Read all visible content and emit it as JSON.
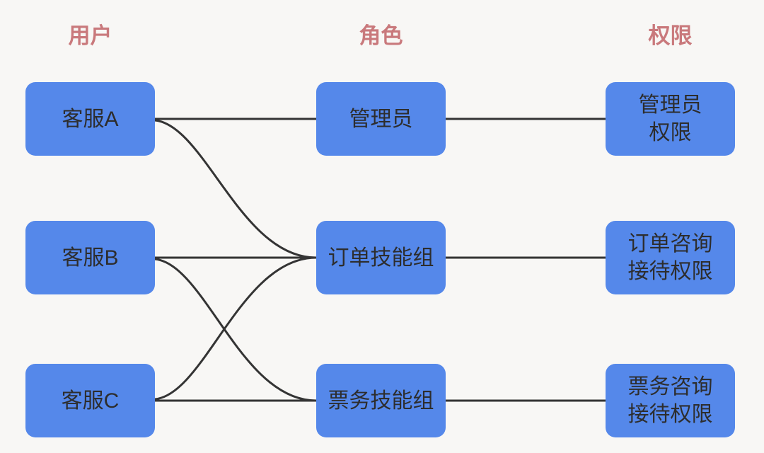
{
  "diagram": {
    "columns": [
      {
        "header": "用户",
        "nodes": [
          "客服A",
          "客服B",
          "客服C"
        ]
      },
      {
        "header": "角色",
        "nodes": [
          "管理员",
          "订单技能组",
          "票务技能组"
        ]
      },
      {
        "header": "权限",
        "nodes": [
          "管理员\n权限",
          "订单咨询\n接待权限",
          "票务咨询\n接待权限"
        ]
      }
    ],
    "edges": [
      {
        "from": "客服A",
        "to": "管理员"
      },
      {
        "from": "客服A",
        "to": "订单技能组"
      },
      {
        "from": "客服B",
        "to": "订单技能组"
      },
      {
        "from": "客服B",
        "to": "票务技能组"
      },
      {
        "from": "客服C",
        "to": "订单技能组"
      },
      {
        "from": "客服C",
        "to": "票务技能组"
      },
      {
        "from": "管理员",
        "to": "管理员权限"
      },
      {
        "from": "订单技能组",
        "to": "订单咨询接待权限"
      },
      {
        "from": "票务技能组",
        "to": "票务咨询接待权限"
      }
    ],
    "colors": {
      "background": "#F8F7F5",
      "node_fill": "#5588EA",
      "node_text": "#2D2D2D",
      "header_text": "#C9797C",
      "edge": "#343434"
    }
  }
}
